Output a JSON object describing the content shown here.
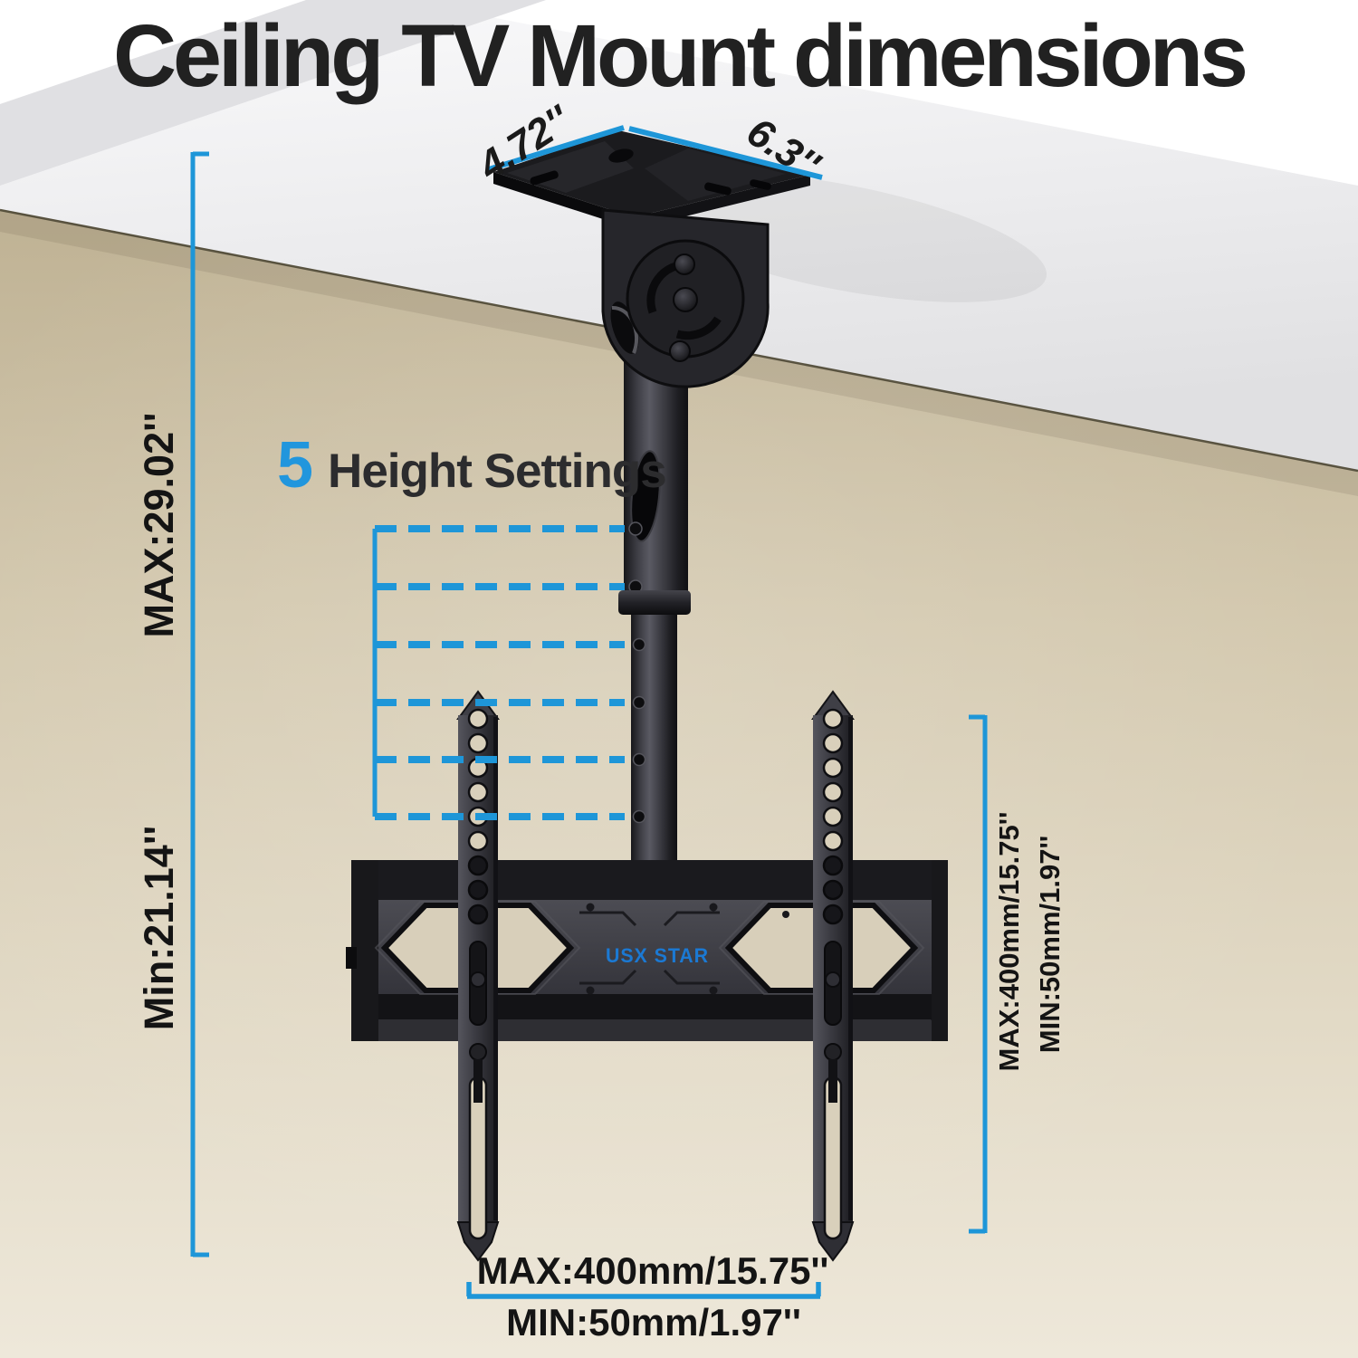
{
  "title": "Ceiling TV Mount dimensions",
  "colors": {
    "accent": "#1e96d8",
    "brand_logo": "#1b79d3"
  },
  "brand": {
    "logo": "USX STAR"
  },
  "height_settings": {
    "count": "5",
    "label": "Height Settings"
  },
  "plate": {
    "depth_label": "4.72''",
    "width_label": "6.3''"
  },
  "left_dimension": {
    "max": "MAX:29.02''",
    "min": "Min:21.14''"
  },
  "right_dimension": {
    "max": "MAX:400mm/15.75''",
    "min": "MIN:50mm/1.97''"
  },
  "bottom_dimension": {
    "max": "MAX:400mm/15.75''",
    "min": "MIN:50mm/1.97''"
  }
}
